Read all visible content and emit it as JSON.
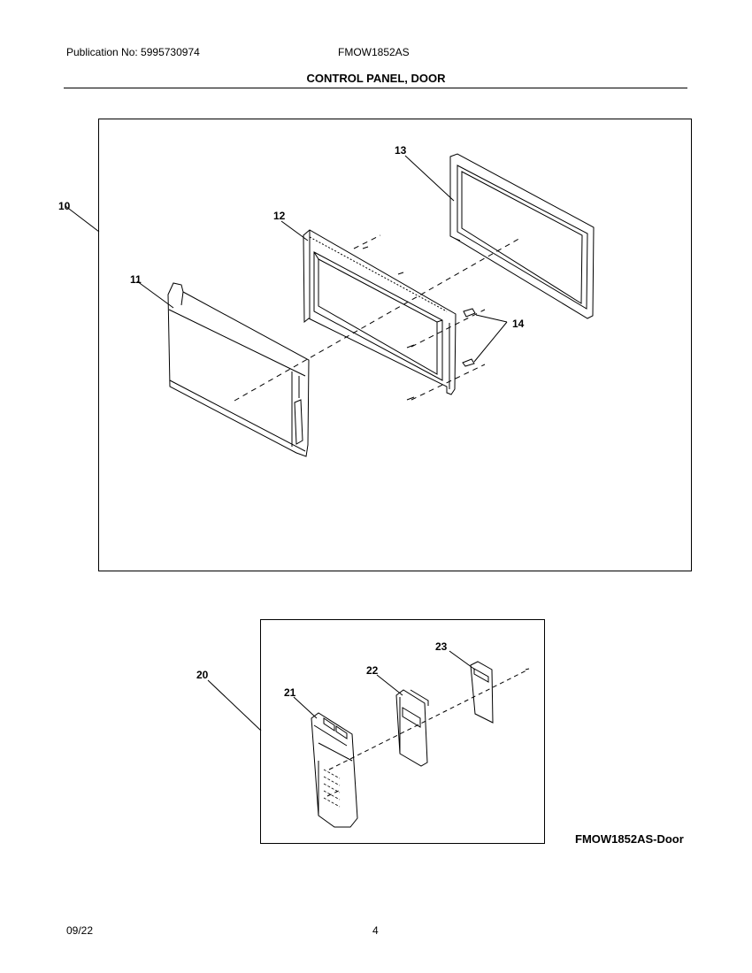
{
  "header": {
    "publication": "Publication No: 5995730974",
    "model": "FMOW1852AS",
    "section_title": "CONTROL PANEL, DOOR"
  },
  "callouts": {
    "c10": "10",
    "c11": "11",
    "c12": "12",
    "c13": "13",
    "c14": "14",
    "c20": "20",
    "c21": "21",
    "c22": "22",
    "c23": "23"
  },
  "figure_id": "FMOW1852AS-Door",
  "footer": {
    "date": "09/22",
    "page": "4"
  }
}
